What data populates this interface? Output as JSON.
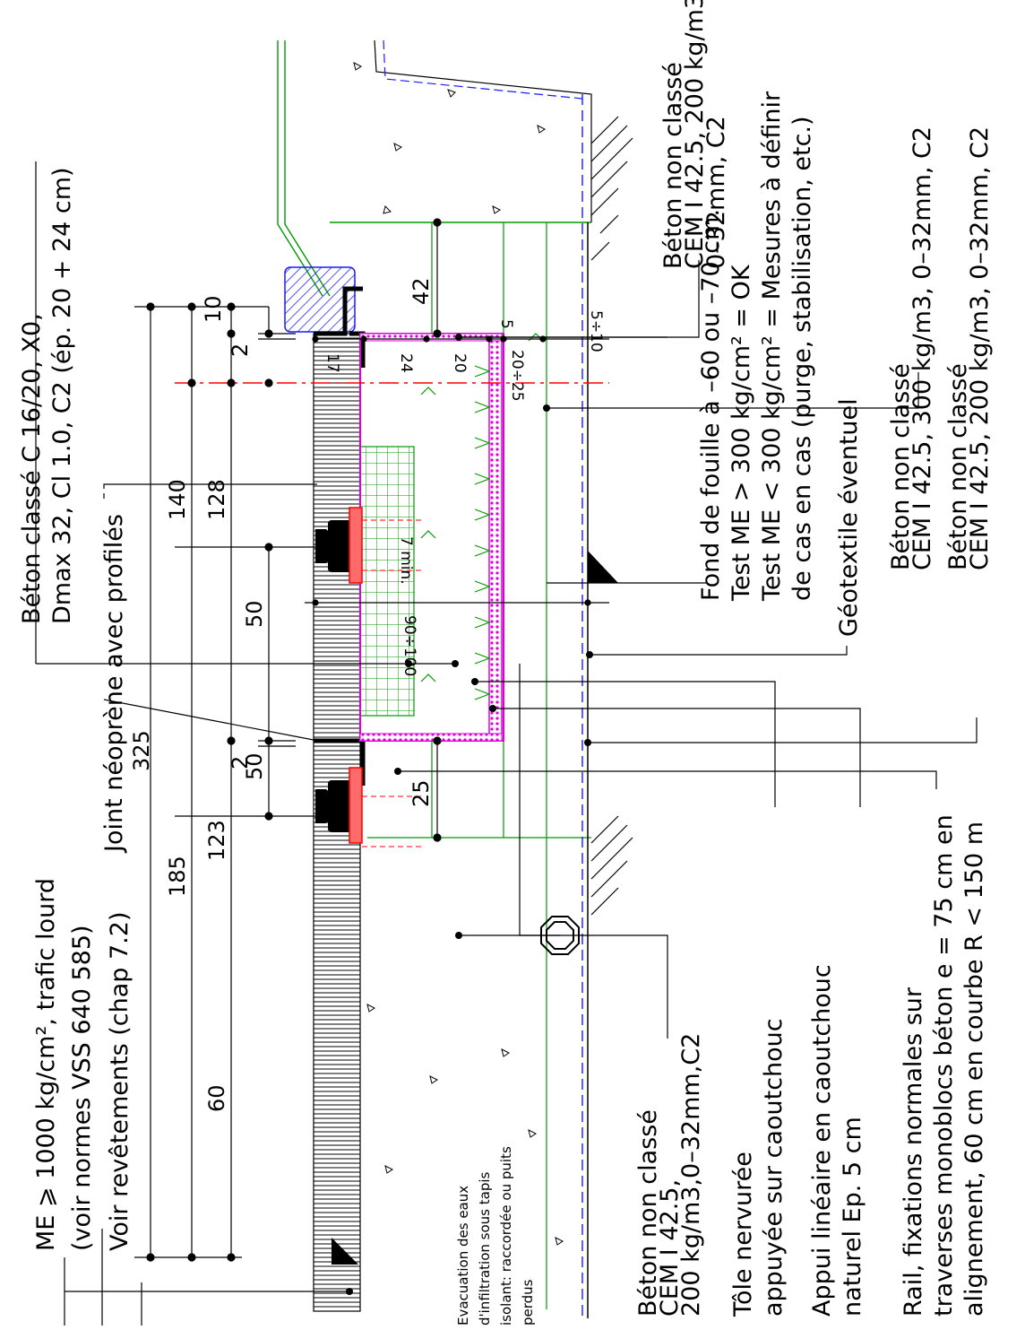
{
  "labels": {
    "beton_classe_l1": "Béton classé C 16/20, X0,",
    "beton_classe_l2": "Dmax 32, Cl 1.0, C2 (ép. 20 + 24 cm)",
    "me_l1": "ME ⩾ 1000 kg/cm², trafic lourd",
    "me_l2": "(voir normes VSS 640 585)",
    "revetements": "Voir revêtements (chap 7.2)",
    "joint": "Joint néoprène avec profilés",
    "beton_top_l1": "Béton non classé",
    "beton_top_l2": "CEM I 42.5, 200 kg/m3,",
    "beton_top_l3": "0–32mm, C2",
    "fond_l1": "Fond de fouille à –60 ou –70 cm.",
    "fond_l2": "Test ME > 300 kg/cm² = OK",
    "fond_l3": "Test ME < 300 kg/cm² = Mesures à définir",
    "fond_l4": "de cas en cas (purge, stabilisation, etc.)",
    "geotextile": "Géotextile éventuel",
    "beton300_l1": "Béton non classé",
    "beton300_l2": "CEM I 42.5, 300 kg/m3, 0–32mm, C2",
    "beton200_l1": "Béton non classé",
    "beton200_l2": "CEM I 42.5, 200 kg/m3, 0–32mm, C2",
    "evac_l1": "Evacuation des eaux",
    "evac_l2": "d'infiltration sous tapis",
    "evac_l3": "isolant: raccordée ou puits",
    "evac_l4": "perdus",
    "beton_bot_l1": "Béton non classé",
    "beton_bot_l2": "CEM I 42.5,",
    "beton_bot_l3": "200 kg/m3,0–32mm,C2",
    "tole_l1": "Tôle nervurée",
    "tole_l2": "appuyée sur caoutchouc",
    "appui_l1": "Appui linéaire en caoutchouc",
    "appui_l2": "naturel Ep. 5 cm",
    "rail_l1": "Rail, fixations normales sur",
    "rail_l2": "traverses monoblocs béton   e = 75 cm en",
    "rail_l3": "alignement, 60 cm en courbe R < 150 m"
  },
  "dims": {
    "d140": "140",
    "d128": "128",
    "d185": "185",
    "d123": "123",
    "d60": "60",
    "d325": "325",
    "d50a": "50",
    "d50b": "50",
    "d10": "10",
    "d2a": "2",
    "d2b": "2",
    "d42": "42",
    "d25": "25",
    "d17": "17",
    "d24": "24",
    "d20": "20",
    "d5": "5",
    "d20_25": "20÷25",
    "d5_10": "5÷10",
    "d90_100": "90÷100",
    "d7min": "7 min."
  },
  "colors": {
    "concrete_line": "#009900",
    "membrane": "#dd00dd",
    "axis": "#ff0000",
    "geotextile": "#1a1aff",
    "rail": "#000000",
    "pad": "#ff0000"
  },
  "icons": {
    "drain_pipe": "octagon-pipe-icon",
    "level_marker": "triangle-level-icon",
    "joint_profile": "hatched-profile-icon",
    "soil": "hatched-soil-icon"
  }
}
